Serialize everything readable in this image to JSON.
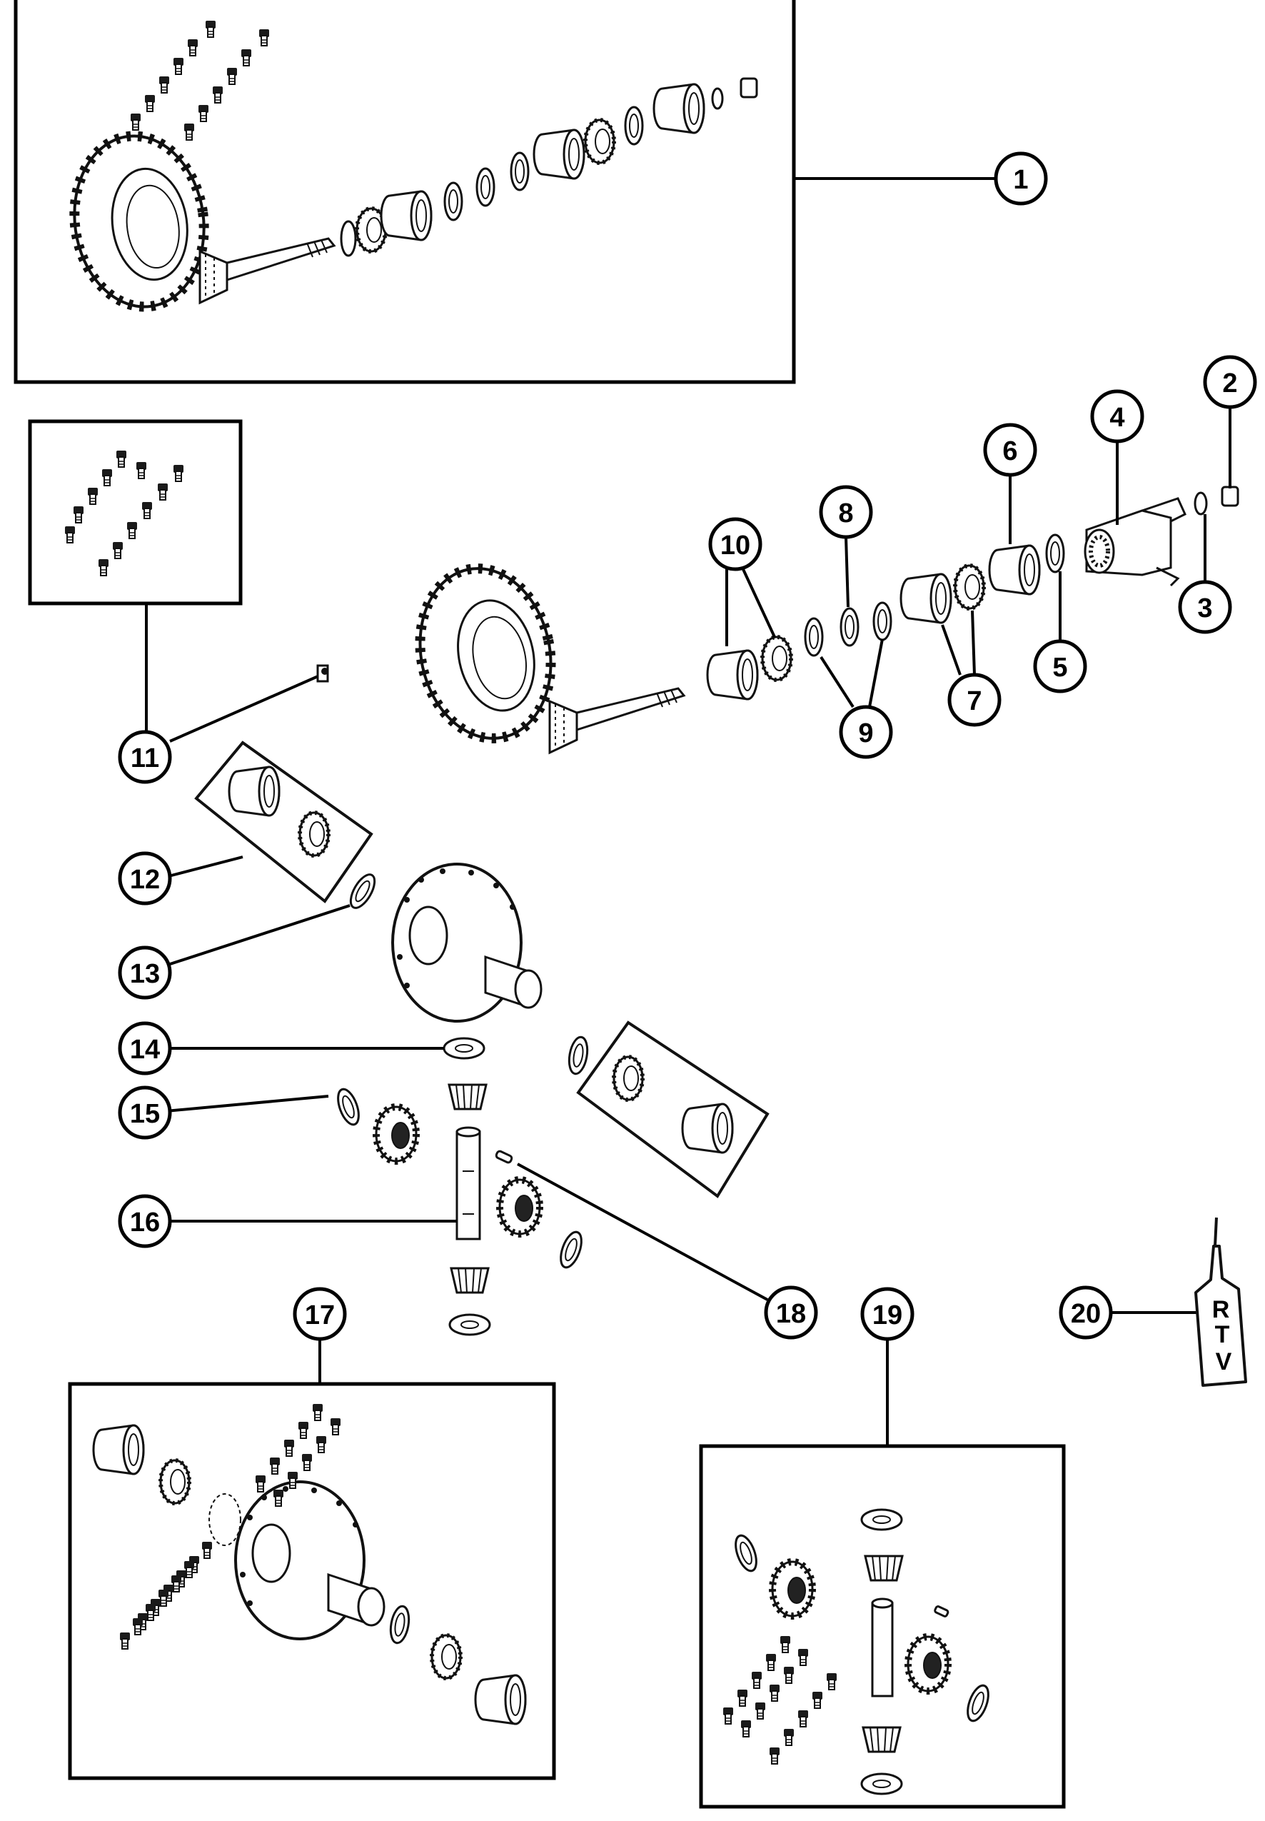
{
  "diagram": {
    "callouts": [
      "1",
      "2",
      "3",
      "4",
      "5",
      "6",
      "7",
      "8",
      "9",
      "10",
      "11",
      "12",
      "13",
      "14",
      "15",
      "16",
      "17",
      "18",
      "19",
      "20"
    ],
    "rtv_tube_letters": [
      "R",
      "T",
      "V"
    ]
  }
}
